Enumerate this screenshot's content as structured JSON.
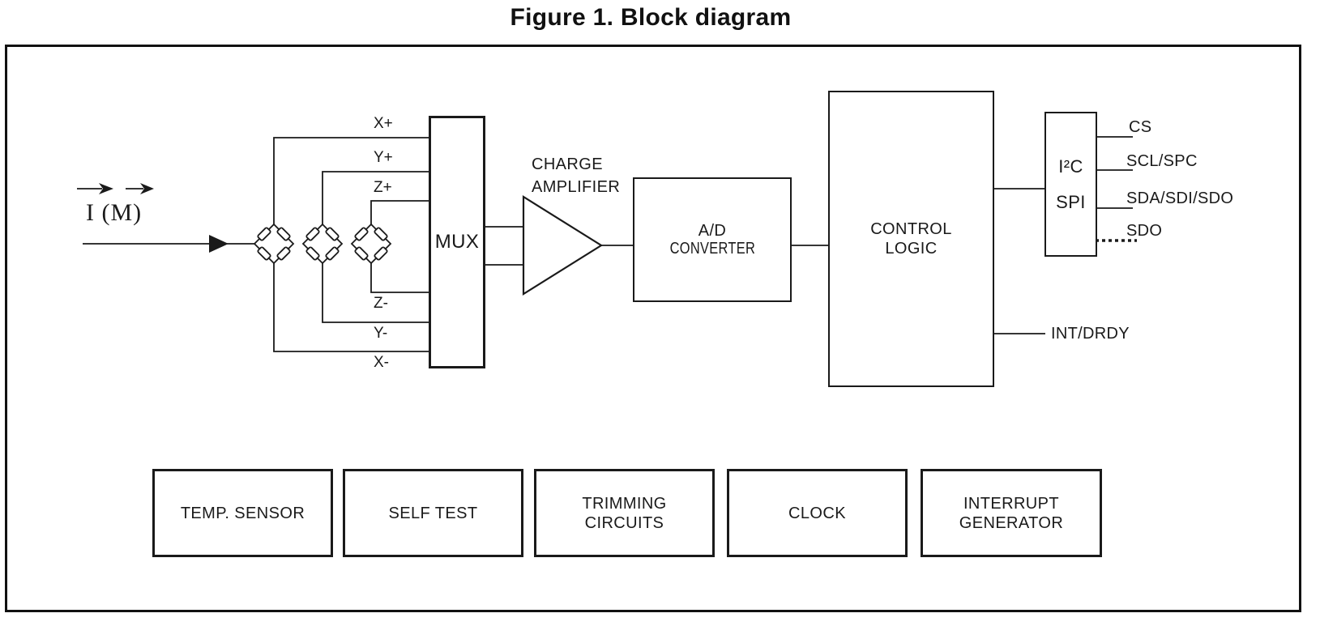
{
  "title": "Figure 1. Block diagram",
  "input_signal": {
    "label": "I (M)"
  },
  "mux": {
    "label": "MUX"
  },
  "charge_amplifier": {
    "line1": "CHARGE",
    "line2": "AMPLIFIER"
  },
  "adc": {
    "line1": "A/D",
    "line2": "CONVERTER"
  },
  "control_logic": {
    "line1": "CONTROL",
    "line2": "LOGIC"
  },
  "serial_interface": {
    "line1": "I²C",
    "line2": "SPI"
  },
  "mux_inputs": [
    "X+",
    "Y+",
    "Z+",
    "Z-",
    "Y-",
    "X-"
  ],
  "output_pins": [
    "CS",
    "SCL/SPC",
    "SDA/SDI/SDO",
    "SDO",
    "INT/DRDY"
  ],
  "bottom_blocks": [
    "TEMP. SENSOR",
    "SELF TEST",
    "TRIMMING\nCIRCUITS",
    "CLOCK",
    "INTERRUPT\nGENERATOR"
  ]
}
